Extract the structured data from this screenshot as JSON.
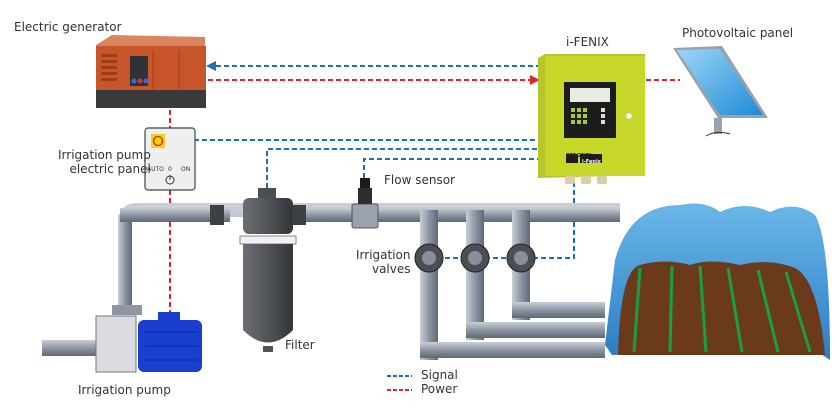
{
  "labels": {
    "generator": "Electric generator",
    "ifenix": "i-FENIX",
    "photovoltaic": "Photovoltaic panel",
    "pump_panel_line1": "Irrigation pump",
    "pump_panel_line2": "electric panel",
    "flow_sensor": "Flow sensor",
    "valves_line1": "Irrigation",
    "valves_line2": "valves",
    "filter": "Filter",
    "pump": "Irrigation pump"
  },
  "panel": {
    "auto": "AUTO",
    "zero": "0",
    "on": "ON"
  },
  "ifenix_brand": {
    "line1": "SPAGNOL",
    "line2": "i-Fenix"
  },
  "legend": [
    {
      "label": "Signal",
      "color": "#1f6fb5"
    },
    {
      "label": "Power",
      "color": "#e0262b"
    }
  ],
  "colors": {
    "signal": "#1f6fb5",
    "power": "#e0262b",
    "ifenix_body": "#c8d82a",
    "generator": "#c9562a",
    "pump_motor": "#1a3fd0",
    "greenhouse": "#4aa3dc"
  }
}
